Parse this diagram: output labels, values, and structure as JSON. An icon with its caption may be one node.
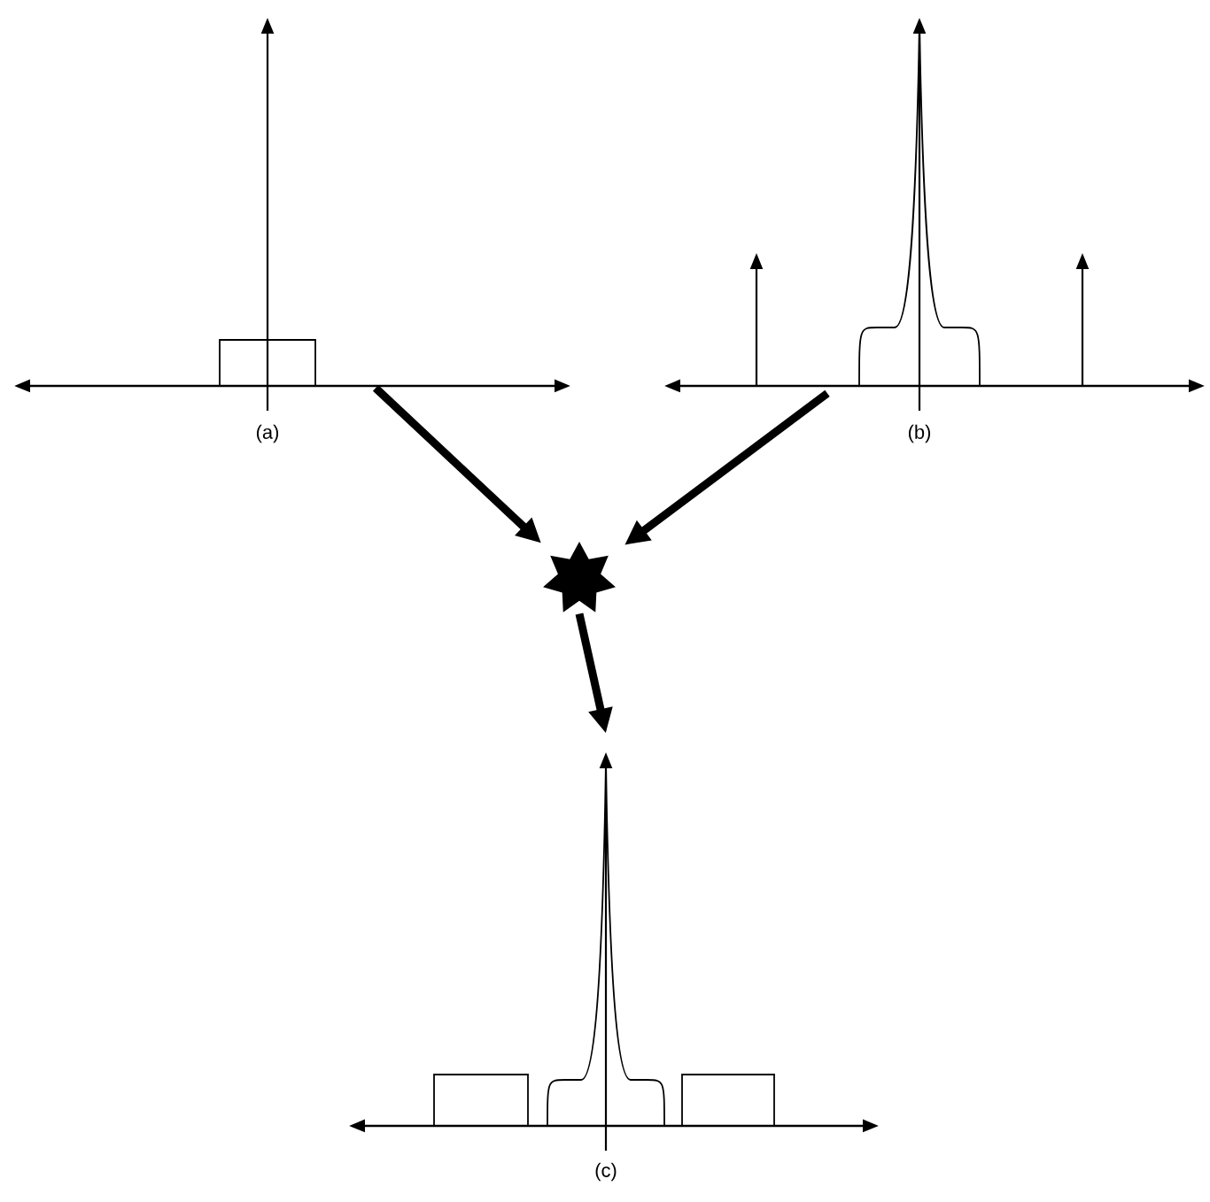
{
  "diagram": {
    "nodes": [
      {
        "text": [],
        "shape": "picture",
        "beside": [
          "(a)"
        ]
      },
      {
        "text": [],
        "shape": "picture",
        "beside": [
          "(b)"
        ]
      },
      {
        "text": [],
        "shape": "star"
      },
      {
        "text": [],
        "shape": "picture",
        "beside": [
          "(c)"
        ]
      }
    ],
    "edges": [
      {
        "from": 0,
        "to": 2,
        "arrow": "to"
      },
      {
        "from": 1,
        "to": 2,
        "arrow": "to"
      },
      {
        "from": 2,
        "to": 3,
        "arrow": "to"
      }
    ]
  }
}
